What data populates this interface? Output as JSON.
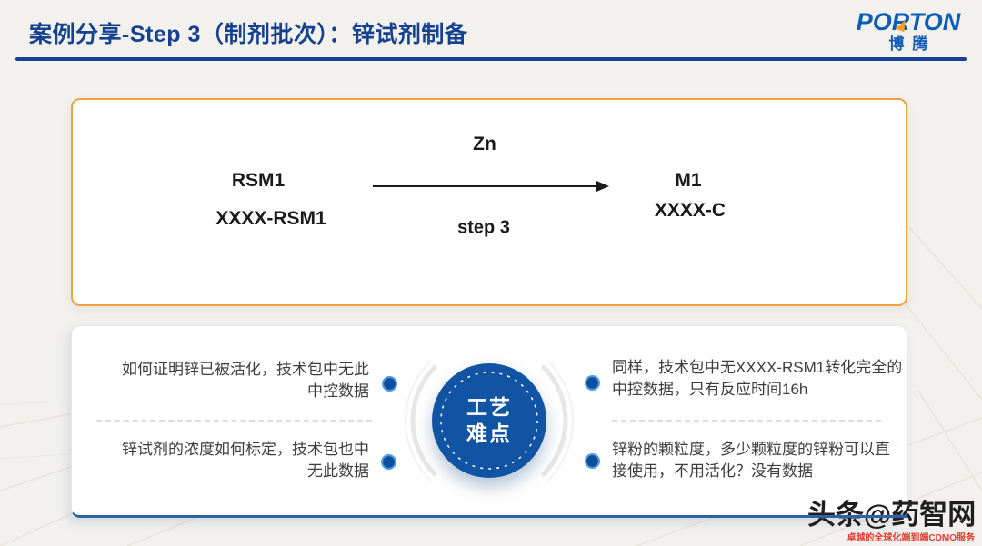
{
  "header": {
    "title": "案例分享-Step 3（制剂批次）：锌试剂制备"
  },
  "logo": {
    "brand": "PORTON",
    "brand_cn": "博腾"
  },
  "reaction_card": {
    "reagent": "Zn",
    "reactant_code": "RSM1",
    "reactant_name": "XXXX-RSM1",
    "step_label": "step 3",
    "product_code": "M1",
    "product_name": "XXXX-C"
  },
  "difficulty_card": {
    "center_badge": {
      "line1": "工艺",
      "line2": "难点"
    },
    "left_items": [
      "如何证明锌已被活化，技术包中无此中控数据",
      "锌试剂的浓度如何标定，技术包也中无此数据"
    ],
    "right_items": [
      "同样，技术包中无XXXX-RSM1转化完全的中控数据，只有反应时间16h",
      "锌粉的颗粒度，多少颗粒度的锌粉可以直接使用，不用活化？没有数据"
    ]
  },
  "watermark": {
    "text": "头条@药智网"
  },
  "footer": {
    "slogan": "卓越的全球化端到端CDMO服务"
  },
  "colors": {
    "brand_blue": "#0e5cb5",
    "title_blue": "#15418e",
    "header_rule_blue": "#1a3f94",
    "accent_orange": "#f0a240",
    "badge_blue": "#1254a4",
    "card_bottom_blue": "#2e62a8",
    "slogan_red": "#e23b2f",
    "body_text": "#3d3d3d",
    "background": "#f2f1ee"
  }
}
